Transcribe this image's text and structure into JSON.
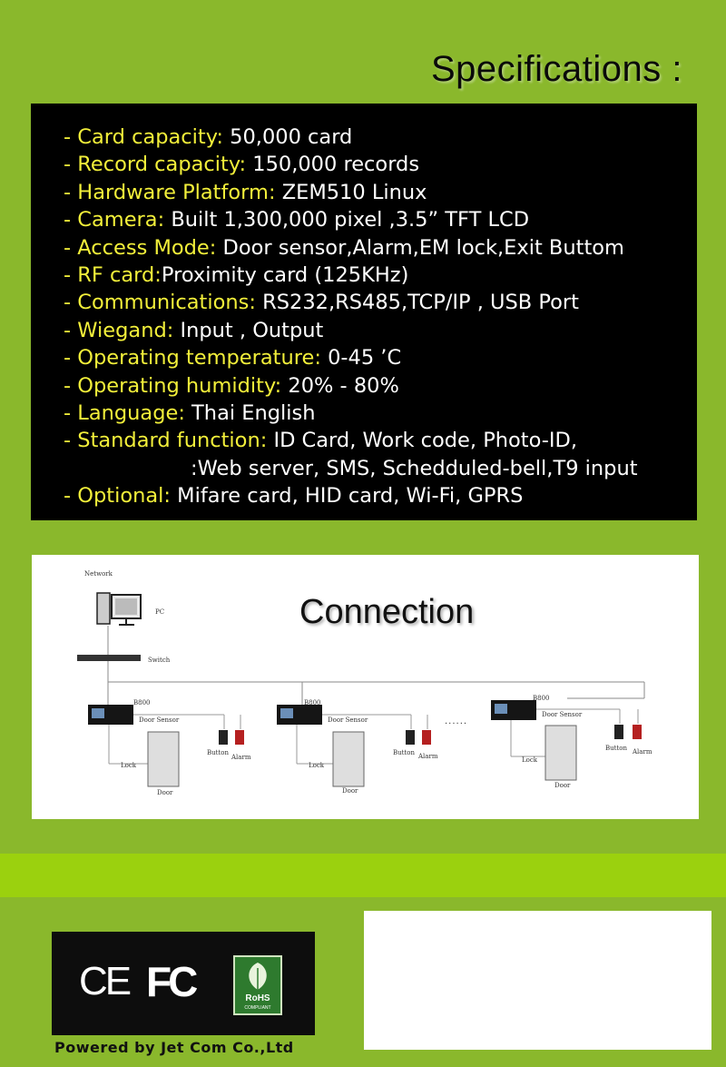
{
  "header": {
    "title": "Specifications :"
  },
  "specs": [
    {
      "label": "Card capacity:",
      "value": " 50,000 card"
    },
    {
      "label": "Record capacity:",
      "value": " 150,000  records"
    },
    {
      "label": "Hardware Platform:",
      "value": " ZEM510  Linux"
    },
    {
      "label": "Camera:",
      "value": " Built 1,300,000 pixel ,3.5” TFT LCD"
    },
    {
      "label": "Access Mode:",
      "value": " Door sensor,Alarm,EM lock,Exit Buttom"
    },
    {
      "label": "RF card:",
      "value": "Proximity card (125KHz)"
    },
    {
      "label": "Communications:",
      "value": " RS232,RS485,TCP/IP , USB Port"
    },
    {
      "label": "Wiegand:",
      "value": " Input , Output"
    },
    {
      "label": "Operating temperature:",
      "value": " 0-45 ’C"
    },
    {
      "label": "Operating humidity:",
      "value": " 20% - 80%"
    },
    {
      "label": "Language:",
      "value": " Thai English"
    },
    {
      "label": "Standard function:",
      "value": " ID Card, Work code, Photo-ID,"
    },
    {
      "continuation": ":Web server, SMS, Schedduled-bell,T9 input"
    },
    {
      "label": "Optional:",
      "value": " Mifare card, HID card, Wi-Fi, GPRS"
    }
  ],
  "connection": {
    "title": "Connection",
    "labels": {
      "network": "Network",
      "pc": "PC",
      "switch": "Switch",
      "model": "B800",
      "door_sensor": "Door Sensor",
      "button": "Button",
      "alarm": "Alarm",
      "lock": "Lock",
      "door": "Door",
      "dots": "......"
    }
  },
  "certifications": {
    "ce": "CE",
    "fc": "FC",
    "rohs": "RoHS",
    "rohs_sub": "COMPLIANT"
  },
  "footer": {
    "powered_by": "Powered by Jet Com Co.,Ltd"
  },
  "colors": {
    "background": "#8ab82c",
    "band": "#9bd10e",
    "label_yellow": "#f2ef3a",
    "spec_box": "#000000"
  }
}
